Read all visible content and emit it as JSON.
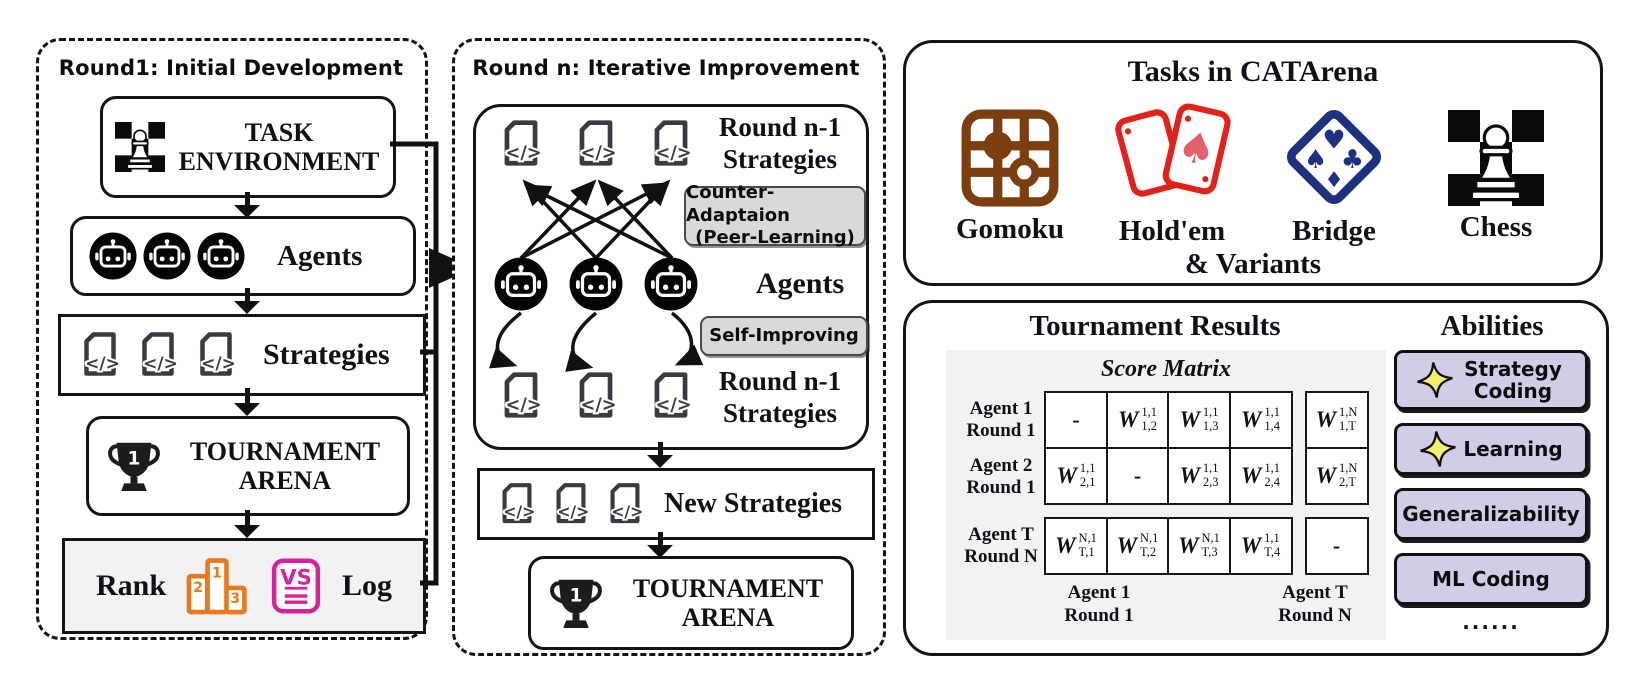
{
  "colors": {
    "accent_orange": "#E8791D",
    "accent_pink": "#D6239B",
    "gomoku_brown": "#7C3E0F",
    "holdem_red": "#E32119",
    "holdem_spade_pink": "#E4606B",
    "bridge_navy": "#1E3080",
    "ability_fill": "#CFCEE6",
    "badge_fill": "#D9D9D9",
    "sparkle_yellow": "#F4EE6E"
  },
  "left_panel": {
    "title": "Round1: Initial Development",
    "task_environment": {
      "line1": "TASK",
      "line2": "ENVIRONMENT"
    },
    "agents_label": "Agents",
    "strategies_label": "Strategies",
    "tournament_arena": {
      "line1": "TOURNAMENT",
      "line2": "ARENA"
    },
    "rank_label": "Rank",
    "log_label": "Log"
  },
  "middle_panel": {
    "title": "Round n: Iterative Improvement",
    "top_strategies": {
      "line1": "Round n-1",
      "line2": "Strategies"
    },
    "counter_badge": {
      "line1": "Counter-Adaptaion",
      "line2": "(Peer-Learning)"
    },
    "agents_label": "Agents",
    "self_badge": "Self-Improving",
    "bottom_strategies": {
      "line1": "Round n-1",
      "line2": "Strategies"
    },
    "new_strategies_label": "New Strategies",
    "tournament_arena": {
      "line1": "TOURNAMENT",
      "line2": "ARENA"
    }
  },
  "tasks_panel": {
    "title": "Tasks in CATArena",
    "tasks": [
      {
        "name": "Gomoku",
        "icon": "gomoku-board-icon"
      },
      {
        "name": "Hold'em",
        "icon": "playing-cards-icon"
      },
      {
        "name": "Bridge",
        "icon": "card-suits-icon"
      },
      {
        "name": "Chess",
        "icon": "chessboard-pawn-icon"
      }
    ],
    "variants_label": "& Variants"
  },
  "results_panel": {
    "title": "Tournament Results",
    "abilities_title": "Abilities",
    "score_matrix": {
      "title": "Score Matrix",
      "rows": [
        {
          "label_line1": "Agent 1",
          "label_line2": "Round 1",
          "cells": [
            {
              "dash": "-"
            },
            {
              "base": "W",
              "sup": "1,1",
              "sub": "1,2"
            },
            {
              "base": "W",
              "sup": "1,1",
              "sub": "1,3"
            },
            {
              "base": "W",
              "sup": "1,1",
              "sub": "1,4"
            },
            {
              "base": "W",
              "sup": "1,N",
              "sub": "1,T",
              "last": true
            }
          ]
        },
        {
          "label_line1": "Agent 2",
          "label_line2": "Round 1",
          "cells": [
            {
              "base": "W",
              "sup": "1,1",
              "sub": "2,1"
            },
            {
              "dash": "-"
            },
            {
              "base": "W",
              "sup": "1,1",
              "sub": "2,3"
            },
            {
              "base": "W",
              "sup": "1,1",
              "sub": "2,4"
            },
            {
              "base": "W",
              "sup": "1,N",
              "sub": "2,T",
              "last": true
            }
          ]
        },
        {
          "label_line1": "Agent T",
          "label_line2": "Round N",
          "cells": [
            {
              "base": "W",
              "sup": "N,1",
              "sub": "T,1"
            },
            {
              "base": "W",
              "sup": "N,1",
              "sub": "T,2"
            },
            {
              "base": "W",
              "sup": "N,1",
              "sub": "T,3"
            },
            {
              "base": "W",
              "sup": "1,1",
              "sub": "T,4"
            },
            {
              "dash": "-",
              "last": true
            }
          ]
        }
      ],
      "footers": [
        {
          "line1": "Agent 1",
          "line2": "Round 1"
        },
        {
          "line1": "Agent T",
          "line2": "Round N"
        }
      ]
    },
    "abilities": [
      {
        "label": "Strategy Coding",
        "sparkle": true
      },
      {
        "label": "Learning",
        "sparkle": true
      },
      {
        "label": "Generalizability",
        "sparkle": false
      },
      {
        "label": "ML Coding",
        "sparkle": false
      }
    ],
    "ellipsis": "......"
  },
  "icons": {
    "file_code_glyph": "</>",
    "trophy_rank": "1",
    "podium_ranks": [
      "2",
      "1",
      "3"
    ],
    "vs_label": "VS",
    "suits": {
      "heart": "♥",
      "spade": "♠",
      "club": "♣",
      "diamond": "♦"
    }
  }
}
